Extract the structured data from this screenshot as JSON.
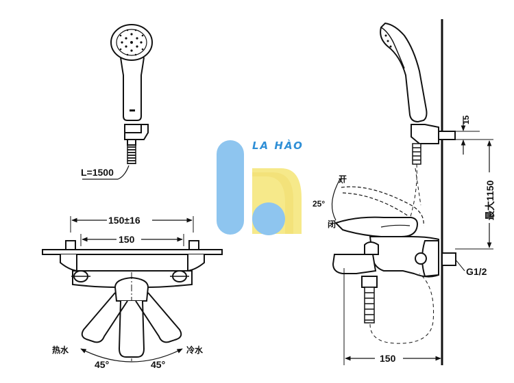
{
  "watermark": {
    "brand_text": "LA HÀO",
    "blue": "#8ec5ef",
    "yellow": "#f6e98a"
  },
  "handshower": {
    "hose_length_label": "L=1500"
  },
  "front_view": {
    "outer_span_label": "150±16",
    "inner_span_label": "150",
    "hot_label": "热水",
    "cold_label": "冷水",
    "hot_angle_label": "45°",
    "cold_angle_label": "45°"
  },
  "side_view": {
    "open_label": "开",
    "close_label": "闭",
    "lever_angle_label": "25°",
    "bracket_label": "15",
    "max_height_label": "最大1150",
    "connection_label": "G1/2",
    "reach_label": "150"
  }
}
